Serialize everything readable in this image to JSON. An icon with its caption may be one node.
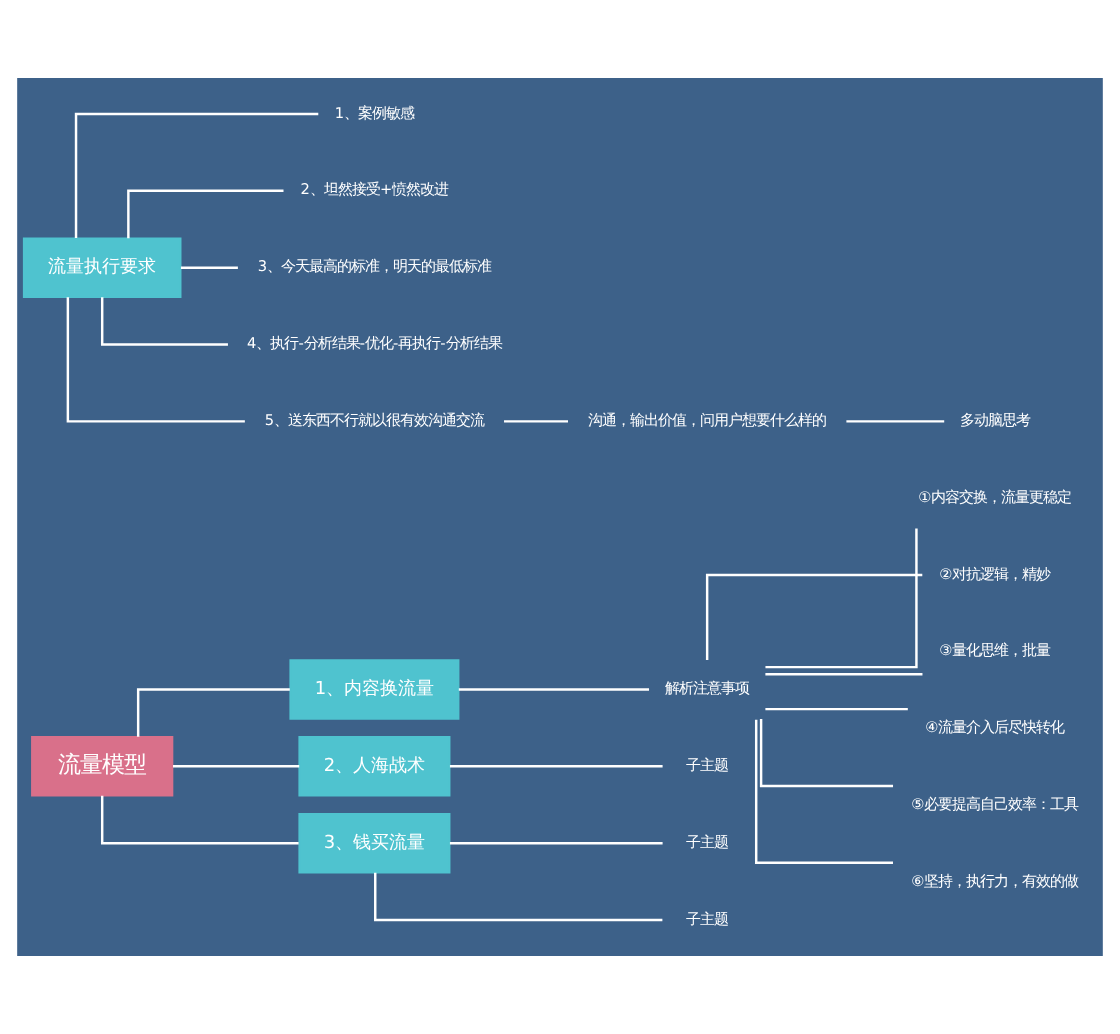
{
  "diagram": {
    "nodes": [
      {
        "text": [
          "流量模型"
        ]
      },
      {
        "text": [
          "1、内容换流量"
        ]
      },
      {
        "text": [
          "解析注意事项"
        ]
      },
      {
        "text": [
          "①内容交换，流量更稳定"
        ]
      },
      {
        "text": [
          "②对抗逻辑，精妙"
        ]
      },
      {
        "text": [
          "③量化思维，批量"
        ]
      },
      {
        "text": [
          "④流量介入后尽快转化"
        ]
      },
      {
        "text": [
          "⑤必要提高自己效率：工具"
        ]
      },
      {
        "text": [
          "⑥坚持，执行力，有效的做"
        ]
      },
      {
        "text": [
          "2、人海战术"
        ]
      },
      {
        "text": [
          "子主题"
        ]
      },
      {
        "text": [
          "3、钱买流量"
        ]
      },
      {
        "text": [
          "子主题"
        ]
      },
      {
        "text": [
          "子主题"
        ]
      },
      {
        "text": [
          "流量执行要求"
        ]
      },
      {
        "text": [
          "1、案例敏感"
        ]
      },
      {
        "text": [
          "2、坦然接受+愤然改进"
        ]
      },
      {
        "text": [
          "3、今天最高的标准，明天的最低标准"
        ]
      },
      {
        "text": [
          "4、执行-分析结果-优化-再执行-分析结果"
        ]
      },
      {
        "text": [
          "5、送东西不行就以很有效沟通交流"
        ]
      },
      {
        "text": [
          "沟通，输出价值，问用户想要什么样的"
        ]
      },
      {
        "text": [
          "多动脑思考"
        ]
      }
    ],
    "edges": [
      {
        "from": 0,
        "to": 1,
        "arrow": "none"
      },
      {
        "from": 1,
        "to": 2,
        "arrow": "none"
      },
      {
        "from": 2,
        "to": 3,
        "arrow": "none"
      },
      {
        "from": 2,
        "to": 4,
        "arrow": "none"
      },
      {
        "from": 2,
        "to": 5,
        "arrow": "none"
      },
      {
        "from": 2,
        "to": 6,
        "arrow": "none"
      },
      {
        "from": 2,
        "to": 7,
        "arrow": "none"
      },
      {
        "from": 2,
        "to": 8,
        "arrow": "none"
      },
      {
        "from": 0,
        "to": 9,
        "arrow": "none"
      },
      {
        "from": 9,
        "to": 10,
        "arrow": "none"
      },
      {
        "from": 0,
        "to": 11,
        "arrow": "none"
      },
      {
        "from": 11,
        "to": 12,
        "arrow": "none"
      },
      {
        "from": 11,
        "to": 13,
        "arrow": "none"
      },
      {
        "from": 14,
        "to": 15,
        "arrow": "none"
      },
      {
        "from": 14,
        "to": 16,
        "arrow": "none"
      },
      {
        "from": 14,
        "to": 17,
        "arrow": "none"
      },
      {
        "from": 14,
        "to": 18,
        "arrow": "none"
      },
      {
        "from": 14,
        "to": 19,
        "arrow": "none"
      },
      {
        "from": 19,
        "to": 20,
        "arrow": "none"
      },
      {
        "from": 20,
        "to": 21,
        "arrow": "none"
      }
    ]
  }
}
